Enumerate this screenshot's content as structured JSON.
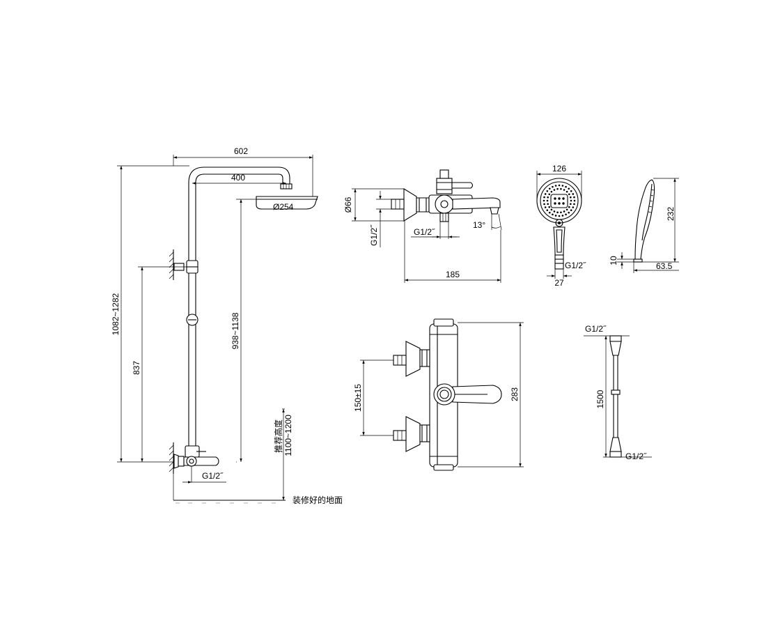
{
  "colors": {
    "line": "#000000",
    "background": "#ffffff"
  },
  "column": {
    "width": "602",
    "arm": "400",
    "head_diameter": "Ø254",
    "total_height": "1082~1282",
    "bracket_height": "837",
    "head_height": "938~1138",
    "inlet": "G1/2˝",
    "recommended_height": "1100~1200",
    "recommended_height_label": "推荐高度",
    "floor_label": "装修好的地面"
  },
  "mixer_side": {
    "flange_diameter": "Ø66",
    "inlet": "G1/2˝",
    "outlet": "G1/2˝",
    "spout_angle": "13°",
    "length": "185"
  },
  "hand_shower": {
    "head_width": "126",
    "inlet": "G1/2˝",
    "handle_width": "27",
    "height": "232",
    "depth": "63.5",
    "stem": "10"
  },
  "mixer_front": {
    "inlet_spacing": "150±15",
    "height": "283"
  },
  "hose": {
    "top_thread": "G1/2˝",
    "length": "1500",
    "bottom_thread": "G1/2˝"
  }
}
